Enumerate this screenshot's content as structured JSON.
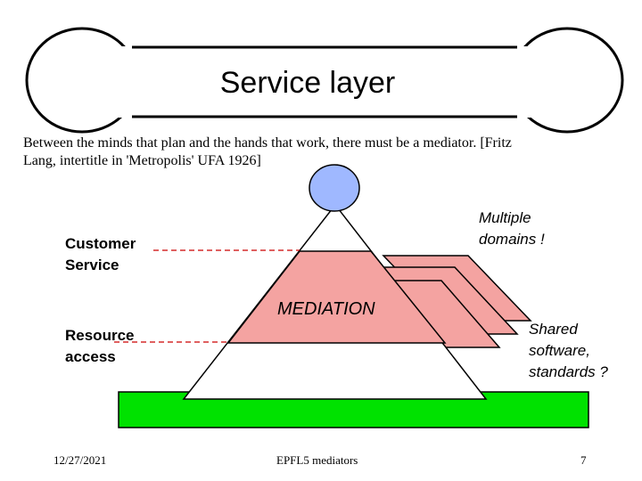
{
  "title": "Service layer",
  "quote": {
    "line1": "Between the minds that plan and the hands that work, there must be a mediator. [Fritz",
    "line2": "Lang, intertitle in 'Metropolis' UFA 1926]"
  },
  "labels": {
    "customer_service_line1": "Customer",
    "customer_service_line2": "Service",
    "resource_access_line1": "Resource",
    "resource_access_line2": "access",
    "multiple_domains_line1": "Multiple",
    "multiple_domains_line2": "domains !",
    "shared_line1": "Shared",
    "shared_line2": "software,",
    "shared_line3": "standards ?",
    "mediation": "MEDIATION"
  },
  "footer": {
    "date": "12/27/2021",
    "center": "EPFL5 mediators",
    "page": "7"
  },
  "colors": {
    "mediation_fill": "#f4a3a1",
    "base_fill": "#00e200",
    "top_circle_fill": "#9fb8ff",
    "dashed_line": "#cc0000"
  }
}
